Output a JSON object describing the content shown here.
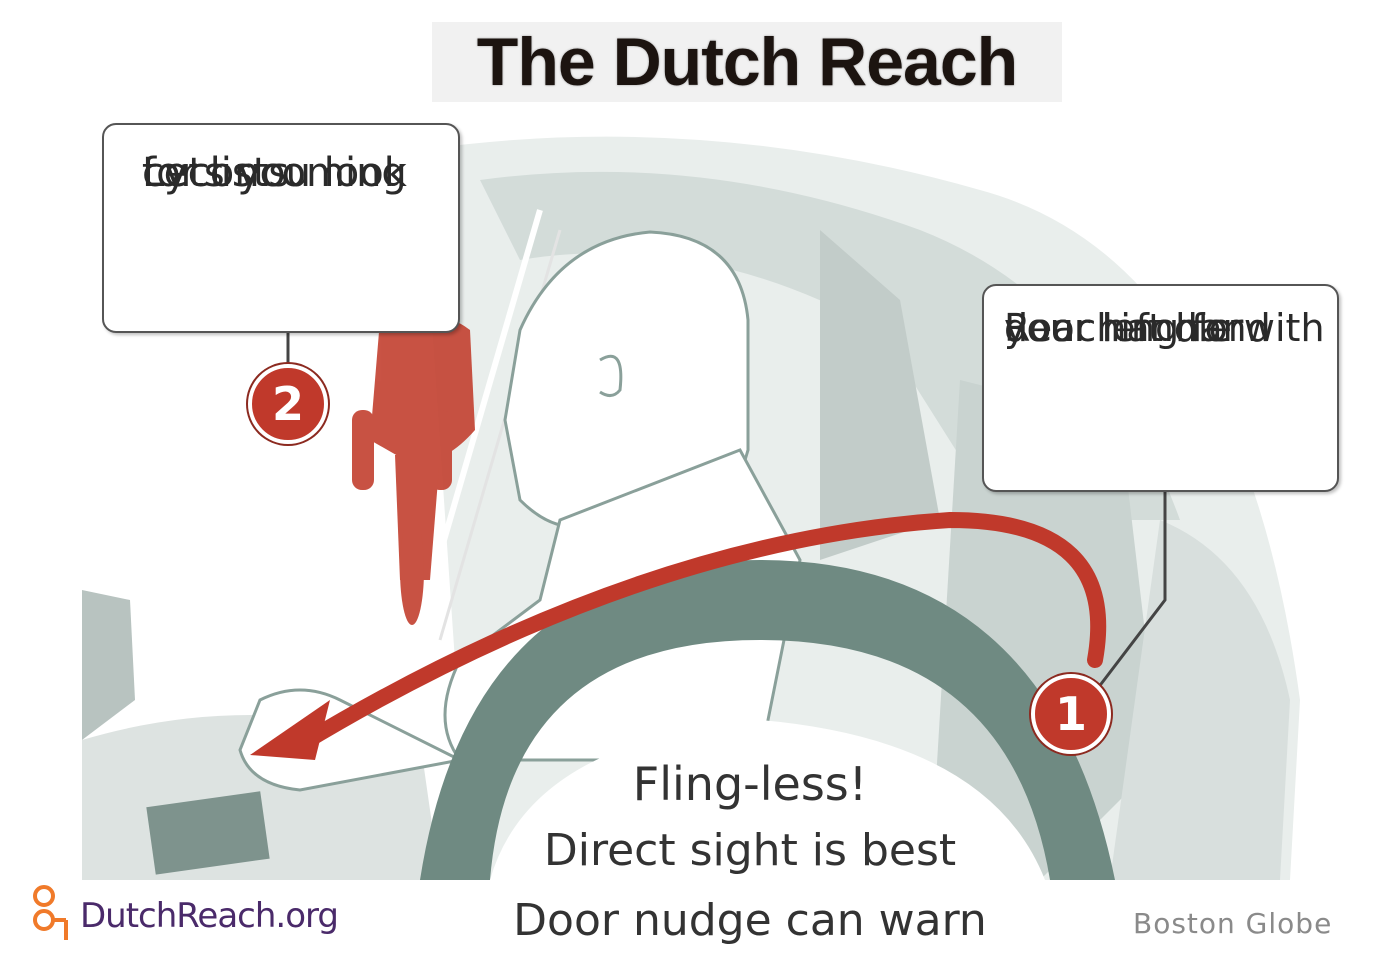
{
  "title": "The Dutch Reach",
  "callouts": {
    "look": {
      "lines": [
        "Lets you look",
        "for oncoming",
        "cyclists"
      ],
      "number": "2"
    },
    "reach": {
      "lines": [
        "Reaching for",
        "door handle with",
        "your left hand"
      ],
      "number": "1"
    }
  },
  "tips": [
    "Fling-less!",
    "Direct sight is best",
    "Door nudge can warn"
  ],
  "brand": {
    "text": "DutchReach.org",
    "icon": "person-logo-icon"
  },
  "credit": "Boston Globe",
  "colors": {
    "accent_red": "#c0392b",
    "wheel": "#6f8a82",
    "car_interior": "#c9d3d0",
    "text": "#2a2a2a",
    "brand_purple": "#4a2a6a",
    "brand_orange": "#f07a2a"
  }
}
